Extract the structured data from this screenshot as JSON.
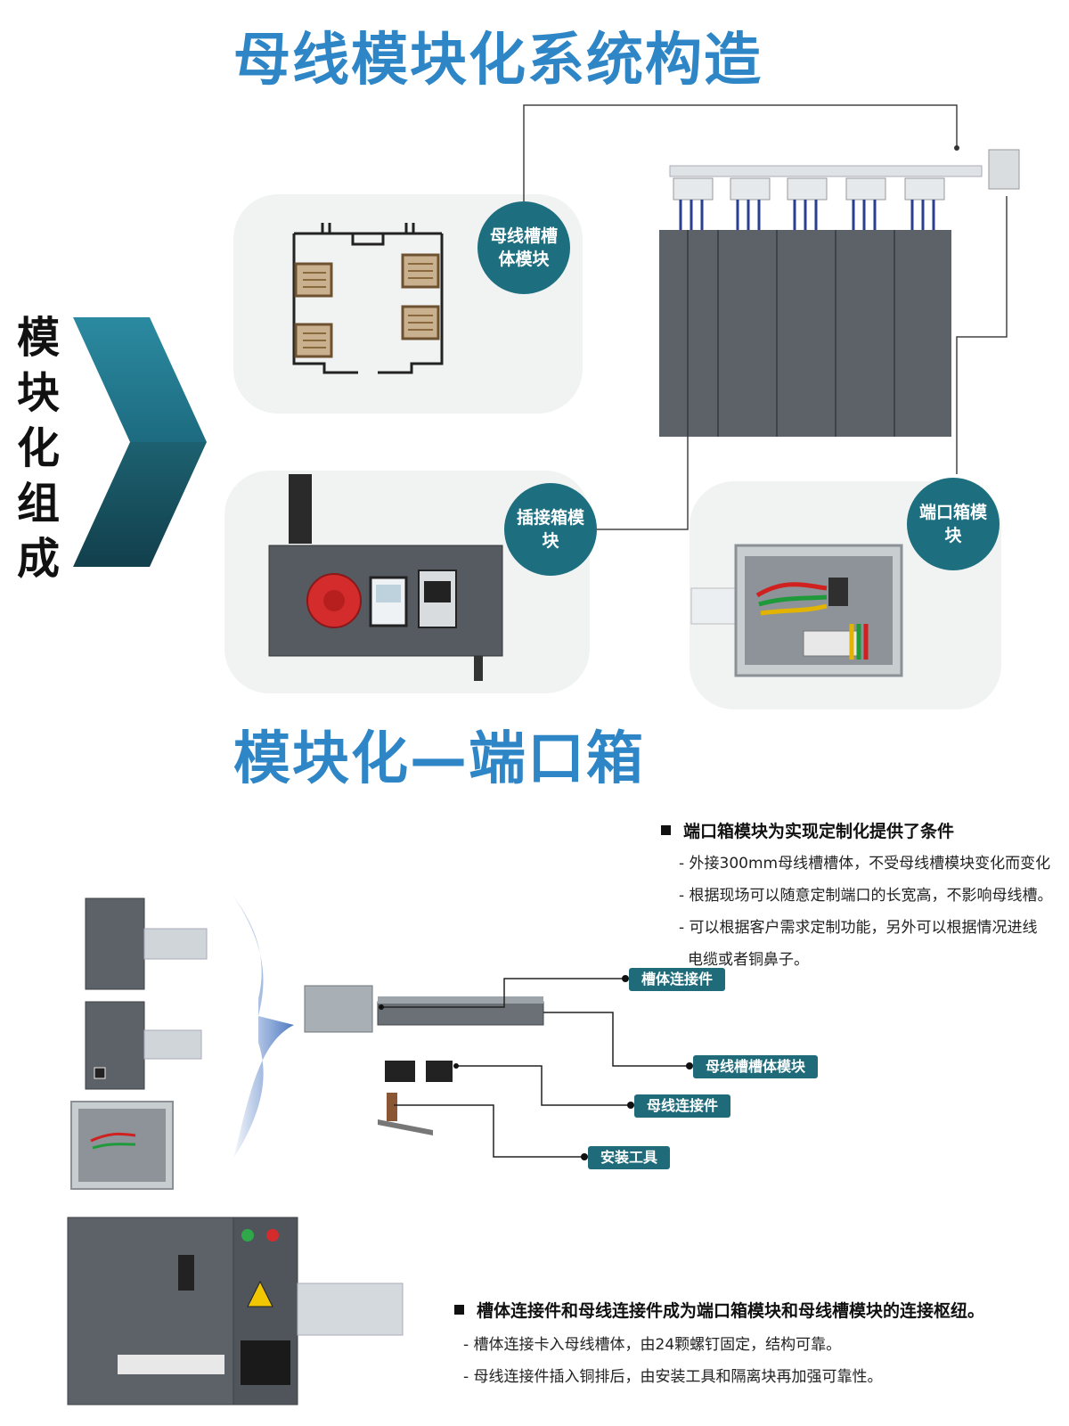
{
  "title_main": "母线模块化系统构造",
  "title_sub": "模块化—端口箱",
  "side_label": "模块化组成",
  "bubbles": {
    "trunk_module": "母线槽槽体模块",
    "plugin_box": "插接箱模块",
    "port_box": "端口箱模块"
  },
  "port_box_section": {
    "heading": "端口箱模块为实现定制化提供了条件",
    "lines": [
      "- 外接300mm母线槽槽体，不受母线槽模块变化而变化",
      "- 根据现场可以随意定制端口的长宽高，不影响母线槽。",
      "- 可以根据客户需求定制功能，另外可以根据情况进线",
      "电缆或者铜鼻子。"
    ]
  },
  "callouts": {
    "trunk_connector": "槽体连接件",
    "trunk_body_module": "母线槽槽体模块",
    "busbar_connector": "母线连接件",
    "install_tool": "安装工具"
  },
  "connection_section": {
    "heading": "槽体连接件和母线连接件成为端口箱模块和母线槽模块的连接枢纽。",
    "lines": [
      "- 槽体连接卡入母线槽体，由24颗螺钉固定，结构可靠。",
      "- 母线连接件插入铜排后，由安装工具和隔离块再加强可靠性。"
    ]
  },
  "colors": {
    "title_blue": "#2f86c6",
    "teal": "#1d6f80",
    "panel_bg": "#f1f3f3",
    "cabinet_gray": "#5c6268"
  }
}
